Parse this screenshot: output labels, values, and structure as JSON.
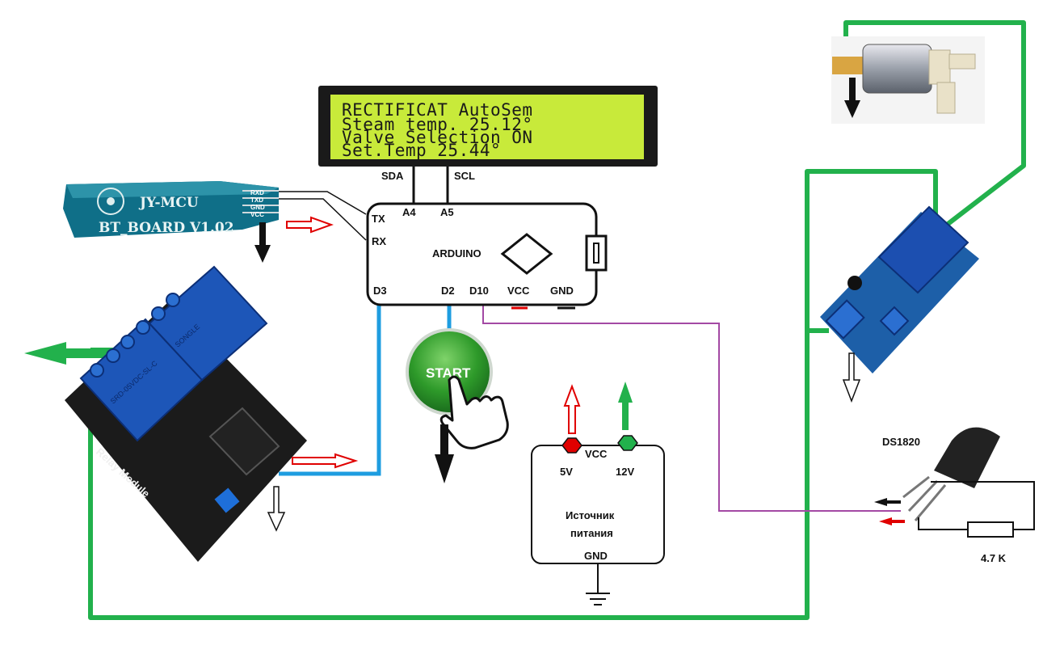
{
  "lcd": {
    "line1": "RECTIFICAT AutoSem",
    "line2": " Steam temp. 25.12°",
    "line3": "Valve Selection ON",
    "line4": "Set.Temp   25.44°"
  },
  "arduino": {
    "title": "ARDUINO",
    "pin_sda": "SDA",
    "pin_scl": "SCL",
    "pin_a4": "A4",
    "pin_a5": "A5",
    "pin_tx": "TX",
    "pin_rx": "RX",
    "pin_d3": "D3",
    "pin_d2": "D2",
    "pin_d10": "D10",
    "pin_vcc": "VCC",
    "pin_gnd": "GND"
  },
  "bluetooth": {
    "brand": "JY-MCU",
    "board": "BT_BOARD V1.02",
    "pin_rxd": "RXD",
    "pin_txd": "TXD",
    "pin_gnd": "GND",
    "pin_vcc": "VCC"
  },
  "relay_module": {
    "label": "Relay Module",
    "relay_brand": "SONGLE",
    "relay_model": "SRD-05VDC-SL-C"
  },
  "start_button": {
    "label": "START"
  },
  "power_supply": {
    "vcc": "VCC",
    "v5": "5V",
    "v12": "12V",
    "name_line1": "Источник",
    "name_line2": "питания",
    "gnd": "GND"
  },
  "sensor": {
    "name": "DS1820",
    "resistor": "4.7 K"
  },
  "colors": {
    "green_wire": "#22b14c",
    "blue_wire": "#1e9de0",
    "purple_wire": "#a349a4",
    "red_arrow": "#e60000",
    "lcd_bg": "#c8ea3a",
    "relay_blue": "#1d56b8"
  }
}
